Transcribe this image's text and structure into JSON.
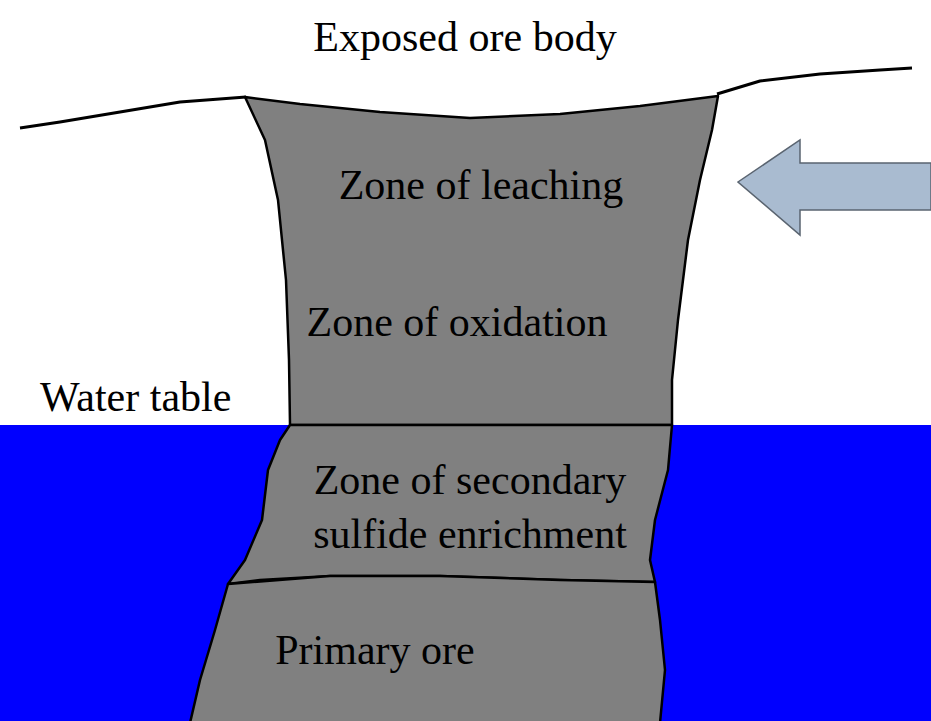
{
  "diagram": {
    "nodes": [
      {
        "text": [
          "Zone of leaching",
          "Zone of oxidation"
        ]
      },
      {
        "text": [
          "Zone of secondary sulfide enrichment"
        ]
      },
      {
        "text": [
          "Primary ore"
        ]
      }
    ],
    "labels": [
      "Exposed ore body",
      "Water table"
    ]
  }
}
